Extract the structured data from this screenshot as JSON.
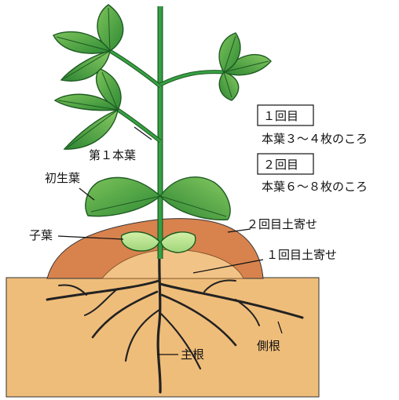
{
  "labels": {
    "first_true_leaf": "第１本葉",
    "primary_leaf": "初生葉",
    "cotyledon": "子葉",
    "second_hilling": "２回目土寄せ",
    "first_hilling": "１回目土寄せ",
    "taproot": "主根",
    "lateral_root": "側根"
  },
  "schedule": [
    {
      "badge": "１回目",
      "condition": "本葉３〜４枚のころ"
    },
    {
      "badge": "２回目",
      "condition": "本葉６〜８枚のころ"
    }
  ],
  "colors": {
    "soil": "#efbd7a",
    "hill_outer": "#d8824e",
    "hill_inner": "#f1c387",
    "leaf": "#3f9a3e",
    "leaf_light": "#9ad774",
    "stem": "#2f8f3a"
  }
}
